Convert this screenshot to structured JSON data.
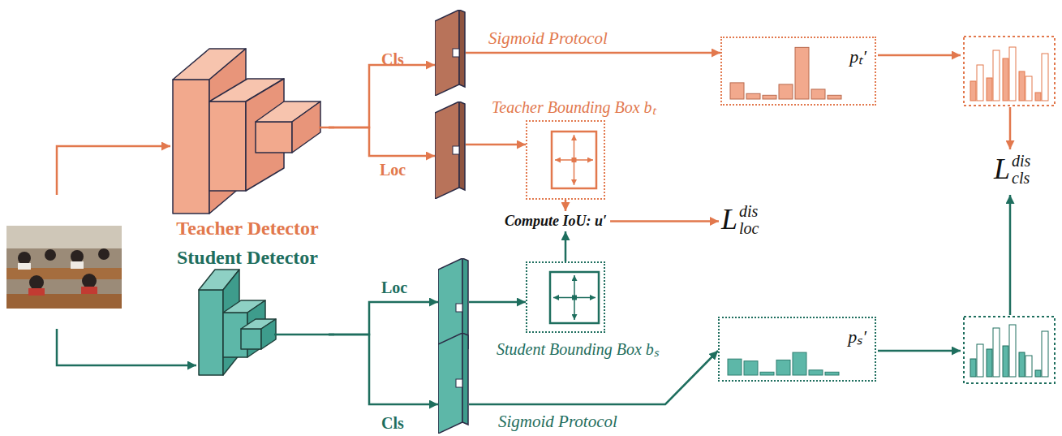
{
  "diagram": {
    "nodes": [
      {
        "text": [
          "Teacher Detector"
        ]
      },
      {
        "text": [
          "Cls"
        ]
      },
      {
        "text": [
          "Loc"
        ]
      },
      {
        "text": [
          "Teacher Bounding Box bₜ"
        ]
      },
      {
        "text": [
          "pₜ′"
        ]
      },
      {
        "text": [
          "Compute IoU: u′"
        ]
      },
      {
        "text": [
          "L",
          "dis",
          "loc"
        ]
      },
      {
        "text": [
          "L",
          "dis",
          "cls"
        ]
      },
      {
        "text": [
          "Student Detector"
        ]
      },
      {
        "text": [
          "Loc"
        ]
      },
      {
        "text": [
          "Cls"
        ]
      },
      {
        "text": [
          "Student Bounding Box bₛ"
        ]
      },
      {
        "text": [
          "pₛ′"
        ]
      }
    ],
    "edges": [
      {
        "from": 0,
        "to": 1,
        "arrow": "to"
      },
      {
        "from": 0,
        "to": 2,
        "arrow": "to"
      },
      {
        "from": 1,
        "to": 4,
        "label": "Sigmoid Protocol",
        "arrow": "to"
      },
      {
        "from": 2,
        "to": 3,
        "arrow": "to"
      },
      {
        "from": 3,
        "to": 5,
        "arrow": "to"
      },
      {
        "from": 5,
        "to": 6,
        "arrow": "to"
      },
      {
        "from": 8,
        "to": 9,
        "arrow": "to"
      },
      {
        "from": 8,
        "to": 10,
        "arrow": "to"
      },
      {
        "from": 9,
        "to": 11,
        "arrow": "to"
      },
      {
        "from": 10,
        "to": 12,
        "label": "Sigmoid Protocol",
        "arrow": "to"
      },
      {
        "from": 11,
        "to": 5,
        "arrow": "to"
      }
    ]
  }
}
